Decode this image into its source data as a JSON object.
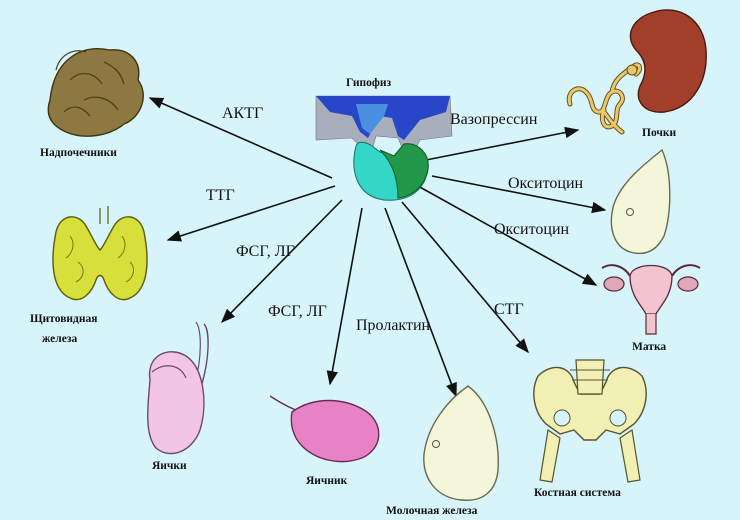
{
  "center": {
    "label": "Гипофиз"
  },
  "hormones": {
    "acth": "АКТГ",
    "tsh": "ТТГ",
    "fsh_lh_1": "ФСГ, ЛГ",
    "fsh_lh_2": "ФСГ, ЛГ",
    "prolactin": "Пролактин",
    "gh": "СТГ",
    "vasopressin": "Вазопрессин",
    "oxytocin_1": "Окситоцин",
    "oxytocin_2": "Окситоцин"
  },
  "organs": {
    "adrenal": "Надпочечники",
    "thyroid_line1": "Щитовидная",
    "thyroid_line2": "железа",
    "testes": "Яички",
    "ovary": "Яичник",
    "mammary": "Молочная железа",
    "skeleton": "Костная система",
    "uterus": "Матка",
    "kidneys": "Почки"
  },
  "colors": {
    "background": "#d8f4fb",
    "pituitary_blue": "#2846c8",
    "pituitary_gray": "#a9aebd",
    "anterior_lobe": "#34d6c8",
    "posterior_lobe": "#22994a",
    "adrenal": "#8c7840",
    "thyroid": "#d7e03a",
    "testes": "#f2c4e6",
    "ovary": "#e782c4",
    "mammary": "#f4f6da",
    "skeleton": "#f2efb4",
    "kidney": "#a13f2a",
    "nephron": "#e8c86a"
  }
}
